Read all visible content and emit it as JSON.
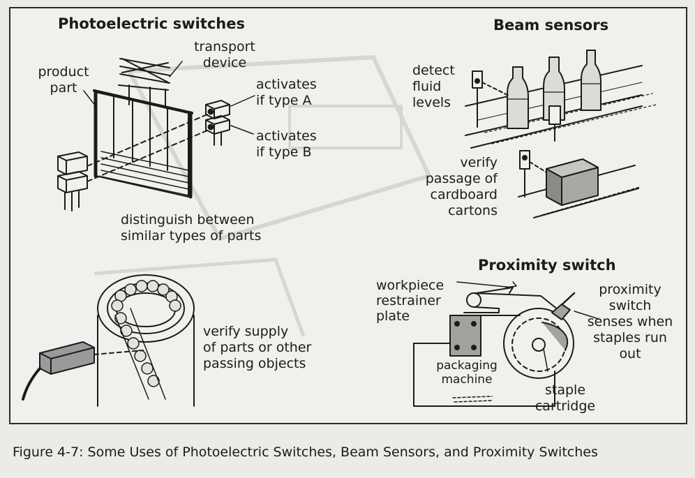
{
  "photoelectric": {
    "heading": "Photoelectric switches",
    "transport_device": "transport\ndevice",
    "product_part": "product\npart",
    "activates_a": "activates\nif type A",
    "activates_b": "activates\nif type B",
    "distinguish": "distinguish between\nsimilar types of parts"
  },
  "supply": {
    "verify_supply": "verify supply\nof parts or other\npassing objects"
  },
  "beam": {
    "heading": "Beam sensors",
    "detect_fluid": "detect\nfluid\nlevels",
    "verify_passage": "verify\npassage of\ncardboard\ncartons"
  },
  "proximity": {
    "heading": "Proximity switch",
    "workpiece": "workpiece\nrestrainer\nplate",
    "switch_note": "proximity\nswitch\nsenses when\nstaples run\nout",
    "packaging": "packaging\nmachine",
    "staple": "staple\ncartridge"
  },
  "caption": "Figure 4-7: Some Uses of Photoelectric Switches, Beam Sensors, and Proximity Switches"
}
